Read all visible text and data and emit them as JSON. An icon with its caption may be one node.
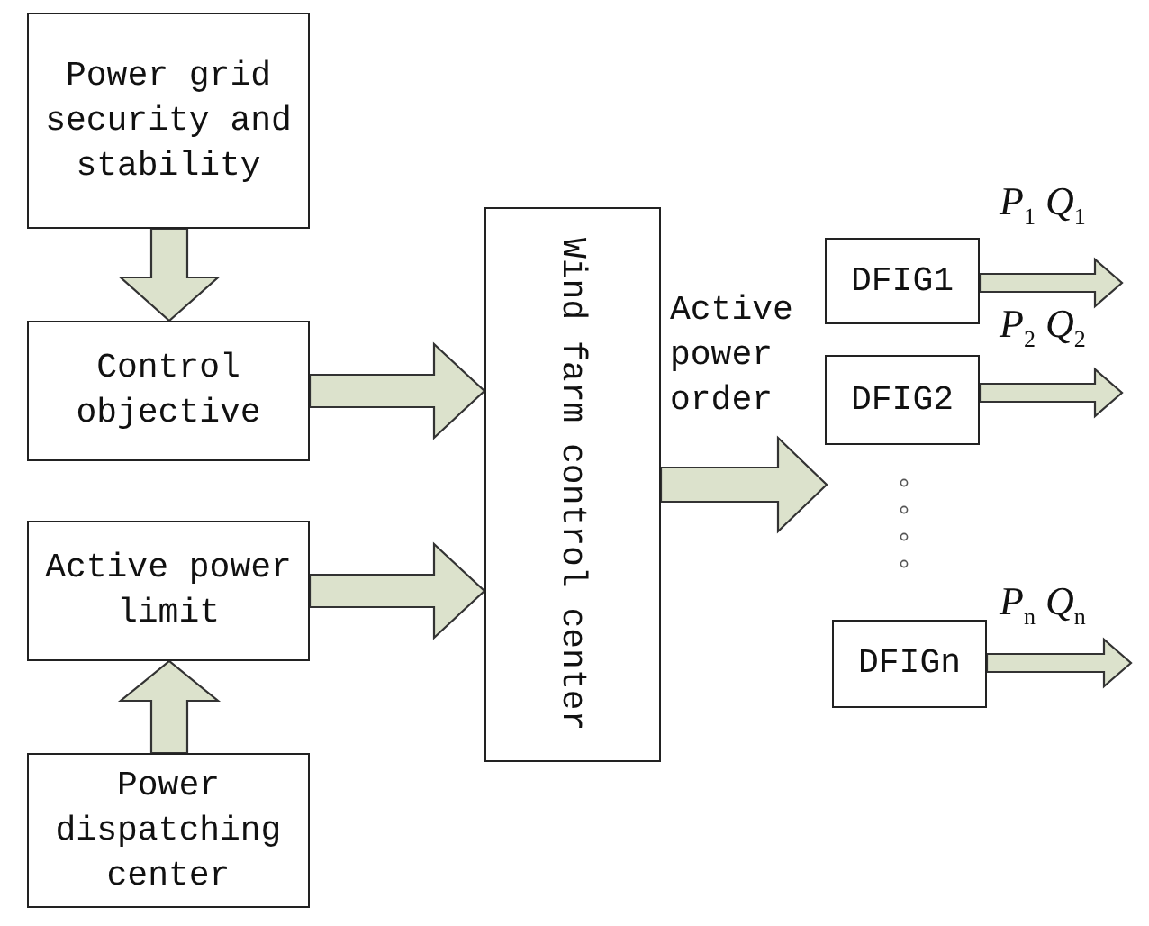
{
  "diagram": {
    "nodes": [
      {
        "text": [
          "Power grid security and stability"
        ]
      },
      {
        "text": [
          "Control objective"
        ]
      },
      {
        "text": [
          "Active power limit"
        ]
      },
      {
        "text": [
          "Power dispatching center"
        ]
      },
      {
        "text": [
          "Wind farm control center"
        ]
      },
      {
        "text": [
          "DFIG1"
        ]
      },
      {
        "text": [
          "DFIG2"
        ]
      },
      {
        "text": [
          "DFIGn"
        ]
      }
    ],
    "edges": [
      {
        "from": 0,
        "to": 1,
        "arrow": "to"
      },
      {
        "from": 1,
        "to": 4,
        "arrow": "to"
      },
      {
        "from": 2,
        "to": 4,
        "arrow": "to"
      },
      {
        "from": 3,
        "to": 2,
        "arrow": "to"
      },
      {
        "from": 4,
        "to": null,
        "arrow": "to",
        "label": "Active power order"
      },
      {
        "from": 5,
        "to": null,
        "arrow": "to",
        "label": "*P*$_{1}$ *Q*$_{1}$"
      },
      {
        "from": 6,
        "to": null,
        "arrow": "to",
        "label": "*P*$_{2}$ *Q*$_{2}$"
      },
      {
        "from": 7,
        "to": null,
        "arrow": "to",
        "label": "*P*$_{n}$ *Q*$_{n}$"
      }
    ]
  }
}
